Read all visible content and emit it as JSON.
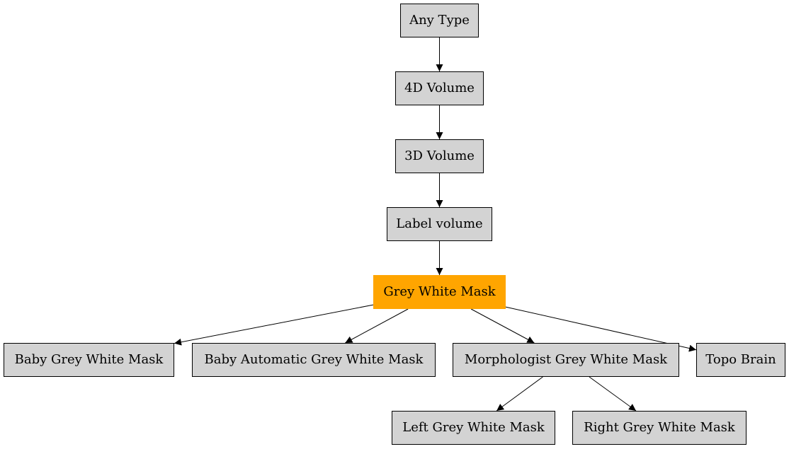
{
  "diagram": {
    "nodes": {
      "any_type": "Any Type",
      "volume_4d": "4D Volume",
      "volume_3d": "3D Volume",
      "label_volume": "Label volume",
      "grey_white_mask": "Grey White Mask",
      "baby_grey_white_mask": "Baby Grey White Mask",
      "baby_automatic_grey_white_mask": "Baby Automatic Grey White Mask",
      "morphologist_grey_white_mask": "Morphologist Grey White Mask",
      "topo_brain": "Topo Brain",
      "left_grey_white_mask": "Left Grey White Mask",
      "right_grey_white_mask": "Right Grey White Mask"
    },
    "edges": [
      [
        "any_type",
        "volume_4d"
      ],
      [
        "volume_4d",
        "volume_3d"
      ],
      [
        "volume_3d",
        "label_volume"
      ],
      [
        "label_volume",
        "grey_white_mask"
      ],
      [
        "grey_white_mask",
        "baby_grey_white_mask"
      ],
      [
        "grey_white_mask",
        "baby_automatic_grey_white_mask"
      ],
      [
        "grey_white_mask",
        "morphologist_grey_white_mask"
      ],
      [
        "grey_white_mask",
        "topo_brain"
      ],
      [
        "morphologist_grey_white_mask",
        "left_grey_white_mask"
      ],
      [
        "morphologist_grey_white_mask",
        "right_grey_white_mask"
      ]
    ],
    "highlighted_node": "grey_white_mask",
    "colors": {
      "node_fill": "#d3d3d3",
      "highlight_fill": "#ffa500",
      "stroke": "#000000"
    }
  }
}
